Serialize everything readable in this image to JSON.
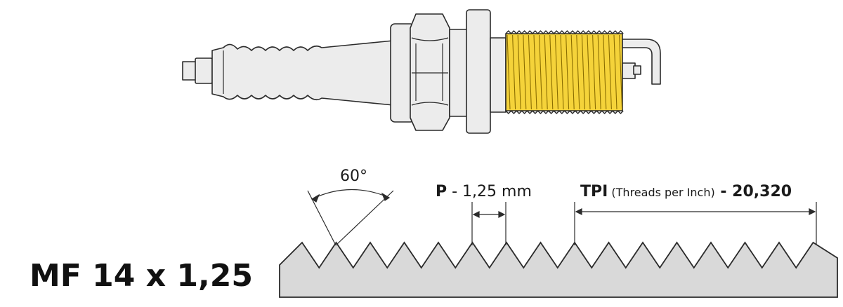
{
  "angle_label": "60°",
  "pitch": {
    "letter": "P",
    "text": " - 1,25 mm"
  },
  "tpi": {
    "abbr": "TPI",
    "full": " (Threads per Inch)",
    "value": " - 20,320"
  },
  "designation": "MF 14 x 1,25",
  "colors": {
    "thread": "#f5d33a",
    "outline": "#2b2b2b",
    "body": "#ececec",
    "profile": "#d9d9d9"
  }
}
